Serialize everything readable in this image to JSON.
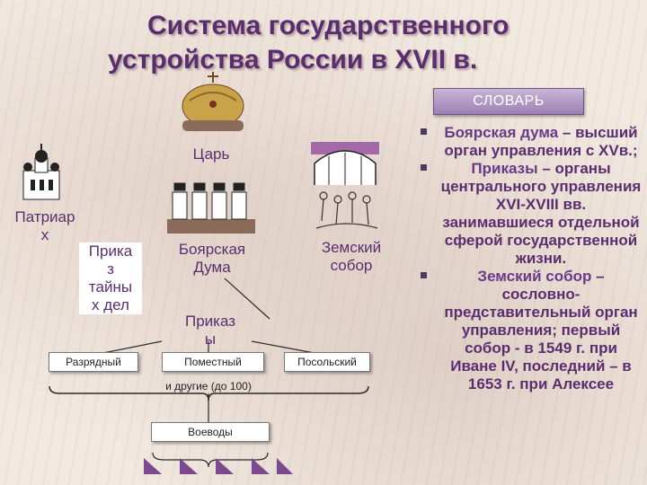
{
  "title": {
    "line1": "Система государственного",
    "line2": "устройства России в  XVII в."
  },
  "dictionary_button": "СЛОВАРЬ",
  "nodes": {
    "tsar": "Царь",
    "patriarch": "Патриар\nх",
    "secret_prikaz": "Прика\nз\nтайны\nх дел",
    "boyar_duma": "Боярская\nДума",
    "zemsky_sobor": "Земский\nсобор",
    "prikazy": "Приказ\nы",
    "razryadny": "Разрядный",
    "pomestny": "Поместный",
    "posolsky": "Посольский",
    "others": "и другие (до 100)",
    "voevody": "Воеводы"
  },
  "dictionary": [
    {
      "term": "Боярская дума",
      "def": "– высший орган управления с XVв.;"
    },
    {
      "term": "Приказы",
      "def": "– органы центрального управления XVI-XVIII вв. занимавшиеся отдельной сферой государственной жизни."
    },
    {
      "term": "Земский собор",
      "def": "– сословно-представительный орган управления; первый собор - в 1549 г. при Иване IV, последний –    в 1653 г. при Алексее"
    }
  ],
  "colors": {
    "title": "#5a2e6e",
    "text": "#5a2e6e",
    "accent": "#7b5a9a"
  },
  "icons": [
    "crown-icon",
    "cathedral-icon",
    "boyars-icon",
    "assembly-icon",
    "arch-icon"
  ]
}
